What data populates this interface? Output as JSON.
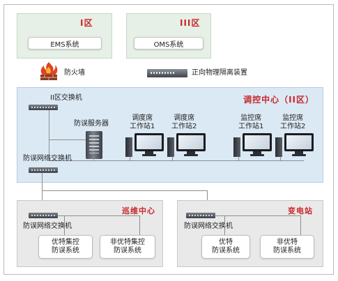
{
  "zone1": {
    "title": "I区",
    "system": "EMS系统"
  },
  "zone3": {
    "title": "III区",
    "system": "OMS系统"
  },
  "firewall": {
    "label": "防火墙"
  },
  "isolation": {
    "label": "正向物理隔离装置"
  },
  "control_center": {
    "title": "调控中心（II区）",
    "switch_label": "II区交换机",
    "server_label": "防误服务器",
    "ws_dispatch_1": [
      "调度席",
      "工作站1"
    ],
    "ws_dispatch_2": [
      "调度席",
      "工作站2"
    ],
    "ws_monitor_1": [
      "监控席",
      "工作站1"
    ],
    "ws_monitor_2": [
      "监控席",
      "工作站2"
    ],
    "network_switch_label": "防误网络交换机"
  },
  "patrol_center": {
    "title": "巡维中心",
    "switch_label": "防误网络交换机",
    "system_a": [
      "优特集控",
      "防误系统"
    ],
    "system_b": [
      "非优特集控",
      "防误系统"
    ]
  },
  "substation": {
    "title": "变电站",
    "switch_label": "防误网络交换机",
    "system_a": [
      "优特",
      "防误系统"
    ],
    "system_b": [
      "非优特",
      "防误系统"
    ]
  }
}
